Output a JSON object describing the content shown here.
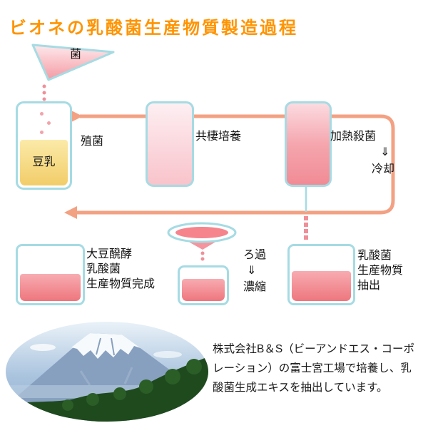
{
  "title": "ビオネの乳酸菌生産物質製造過程",
  "flow": {
    "bacteria": "菌",
    "soymilk": "豆乳",
    "inoculation": "殖菌",
    "symbiotic_culture": "共棲培養",
    "heat_sterilization": "加熱殺菌",
    "heat_down_arrow": "⇓",
    "cooling": "冷却",
    "finished_product": {
      "line1": "大豆醗酵",
      "line2": "乳酸菌",
      "line3": "生産物質完成"
    },
    "filtration": "ろ過",
    "filtration_down_arrow": "⇓",
    "concentration": "濃縮",
    "extraction": {
      "line1": "乳酸菌",
      "line2": "生産物質",
      "line3": "抽出"
    }
  },
  "footer": {
    "line1": "株式会社B＆S（ビーアンドエス・コーポ",
    "line2": "レーション）の富士宮工場で培養し、乳",
    "line3": "酸菌生成エキスを抽出しています。"
  },
  "colors": {
    "title_orange": "#ff9400",
    "flow_line_salmon": "#f3a183",
    "vessel_border_cyan": "#a6dbe3",
    "vessel_pink_light": "#fdeff2",
    "vessel_pink_deep": "#f18b95",
    "liquid_pink": "#ee767e",
    "soymilk_yellow": "#f2cd69",
    "dot_pink": "#ef8f98"
  }
}
